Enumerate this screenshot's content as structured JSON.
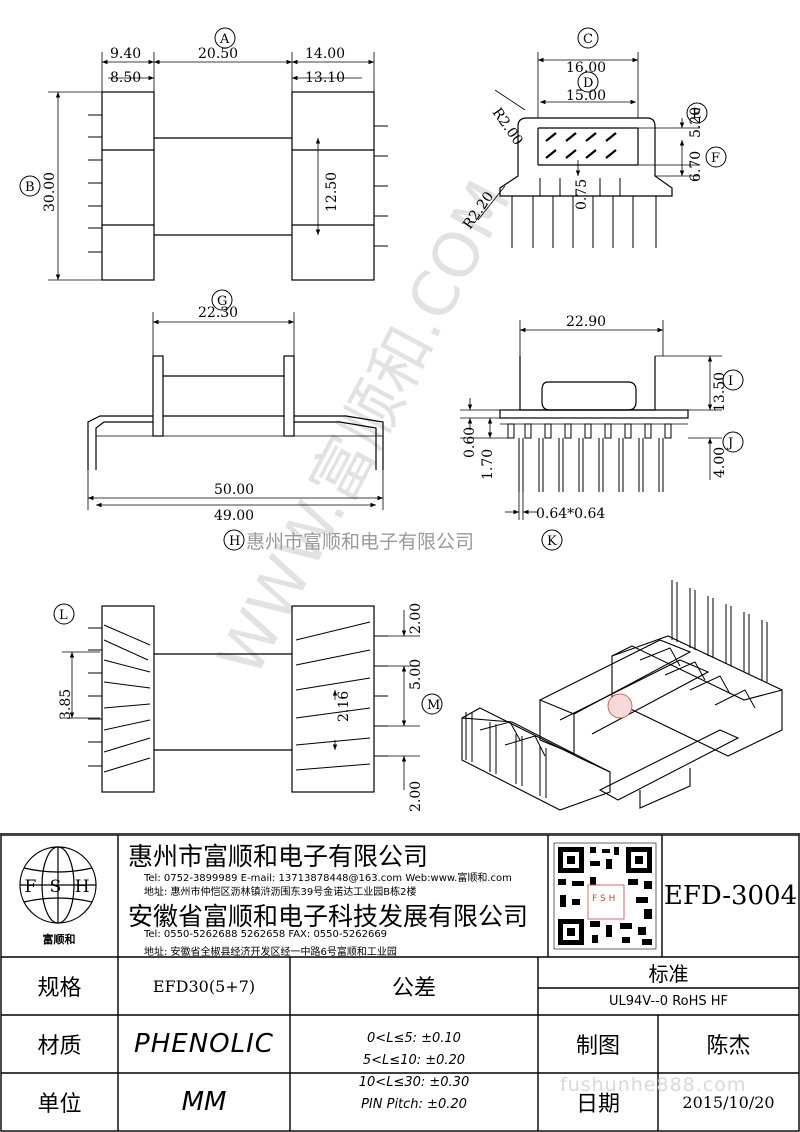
{
  "company_cn_1": "惠州市富顺和电子有限公司",
  "company_cn_2": "安徽省富顺和电子科技发展有限公司",
  "tel_1": "Tel: 0752-3899989  E-mail: 13713878448@163.com  Web:www.富顺和.com",
  "addr_1": "地址: 惠州市仲恺区沥林镇浒沥围东39号金诺达工业园B栋2楼",
  "tel_2": "Tel: 0550-5262688  5262658      FAX: 0550-5262669",
  "addr_2": "地址: 安徽省全椒县经济开发区经一中路6号富顺和工业园",
  "logo_text": "F S H",
  "logo_caption": "富顺和",
  "part_number": "EFD-3004",
  "watermark_mid": "惠州市富顺和电子有限公司",
  "watermark_site": "fushunhe888.com",
  "watermark_diag": "WWW.富顺和.COM",
  "spec": {
    "label": "规格",
    "value": "EFD30(5+7)"
  },
  "material": {
    "label": "材质",
    "value": "PHENOLIC"
  },
  "unit": {
    "label": "单位",
    "value": "MM"
  },
  "tolerance": {
    "label": "公差",
    "lines": [
      "0<L≤5: ±0.10",
      "5<L≤10: ±0.20",
      "10<L≤30: ±0.30",
      "PIN Pitch: ±0.20"
    ]
  },
  "standard": {
    "label": "标准",
    "value": "UL94V--0  RoHS HF"
  },
  "drafter": {
    "label": "制图",
    "value": "陈杰"
  },
  "date": {
    "label": "日期",
    "value": "2015/10/20"
  },
  "dims": {
    "A": "A",
    "B": "B",
    "C": "C",
    "D": "D",
    "E": "E",
    "F": "F",
    "G": "G",
    "H": "H",
    "I": "I",
    "J": "J",
    "K": "K",
    "L": "L",
    "M": "M",
    "d940": "9.40",
    "d850": "8.50",
    "d2050": "20.50",
    "d1400": "14.00",
    "d1310": "13.10",
    "d3000": "30.00",
    "d1250": "12.50",
    "d1600": "16.00",
    "d1500": "15.00",
    "dR200": "R2.00",
    "dR220": "R2.20",
    "d520": "5.20",
    "d670": "6.70",
    "d075": "0.75",
    "d2230": "22.30",
    "d5000": "50.00",
    "d4900": "49.00",
    "d2290": "22.90",
    "d1350": "13.50",
    "d060": "0.60",
    "d170": "1.70",
    "d400": "4.00",
    "d064": "0.64*0.64",
    "d385": "3.85",
    "d200a": "2.00",
    "d500": "5.00",
    "d216": "2.16",
    "d200b": "2.00"
  }
}
